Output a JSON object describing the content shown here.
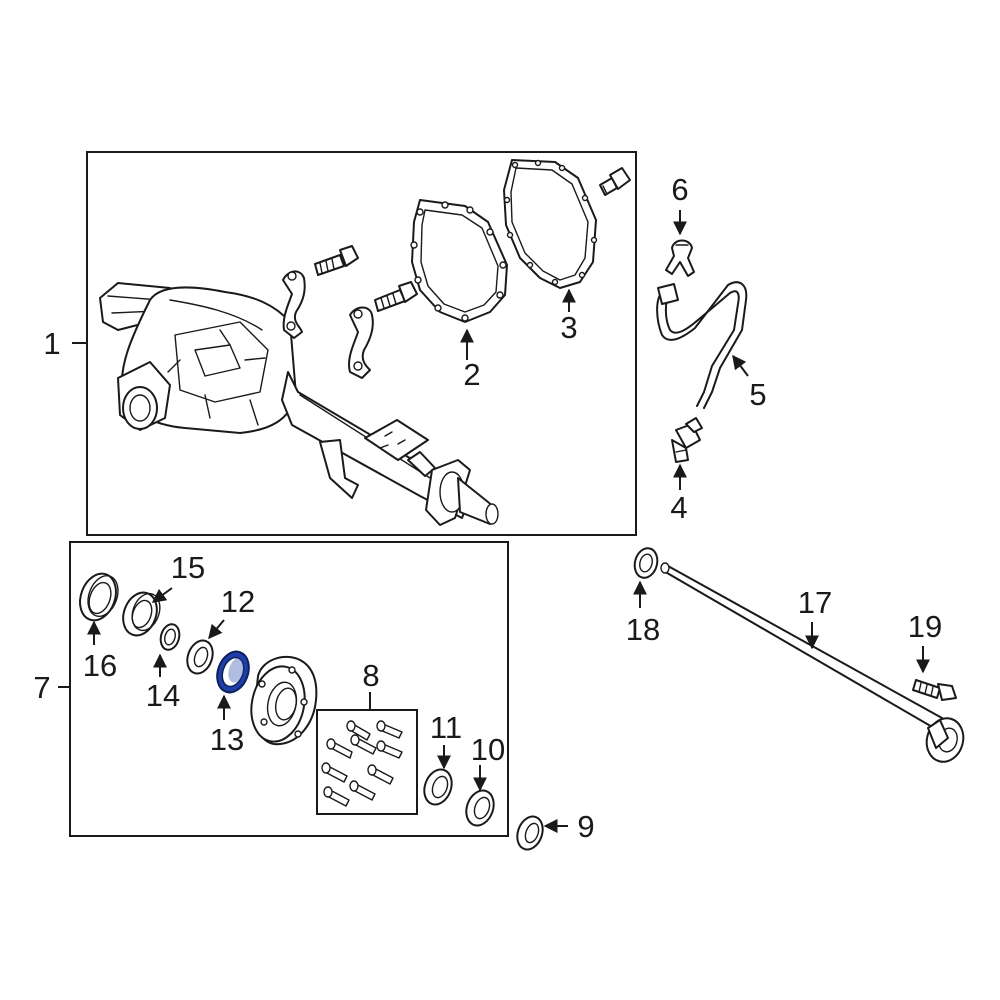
{
  "diagram": {
    "highlight_color": "#1f3fa8",
    "line_color": "#1a1a1a",
    "highlighted_part": "13",
    "callouts": {
      "c1": "1",
      "c2": "2",
      "c3": "3",
      "c4": "4",
      "c5": "5",
      "c6": "6",
      "c7": "7",
      "c8": "8",
      "c9": "9",
      "c10": "10",
      "c11": "11",
      "c12": "12",
      "c13": "13",
      "c14": "14",
      "c15": "15",
      "c16": "16",
      "c17": "17",
      "c18": "18",
      "c19": "19"
    }
  }
}
